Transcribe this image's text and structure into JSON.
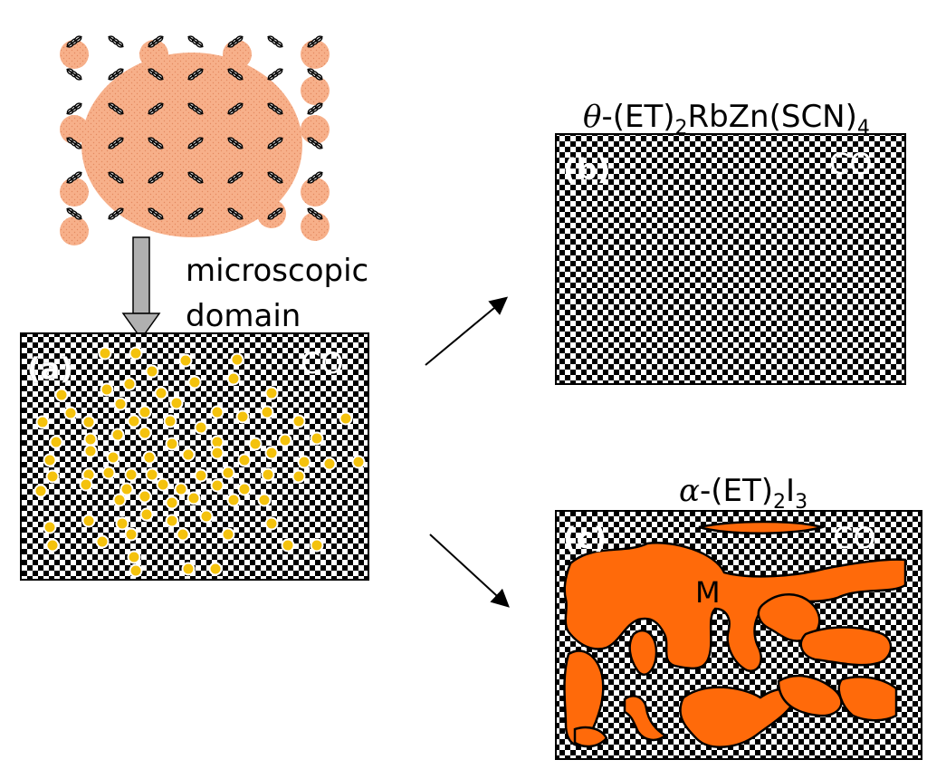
{
  "labels": {
    "microscopic_line1": "microscopic",
    "microscopic_line2": "domain",
    "panel_a_tag": "(a)",
    "panel_b_tag": "(b)",
    "panel_c_tag": "(c)",
    "co": "CO",
    "metal": "M"
  },
  "titles": {
    "b_prefix": "θ",
    "b_mid1": "-(ET)",
    "b_sub1": "2",
    "b_mid2": "RbZn(SCN)",
    "b_sub2": "4",
    "c_prefix": "α",
    "c_mid1": "-(ET)",
    "c_sub1": "2",
    "c_mid2": "I",
    "c_sub2": "3"
  },
  "colors": {
    "domain_blob": "#f7b08a",
    "metal_region": "#ff6a0a",
    "dots": "#f4c20d",
    "checker_dark": "#000000",
    "checker_light": "#ffffff",
    "arrow": "#b0b0b0"
  }
}
